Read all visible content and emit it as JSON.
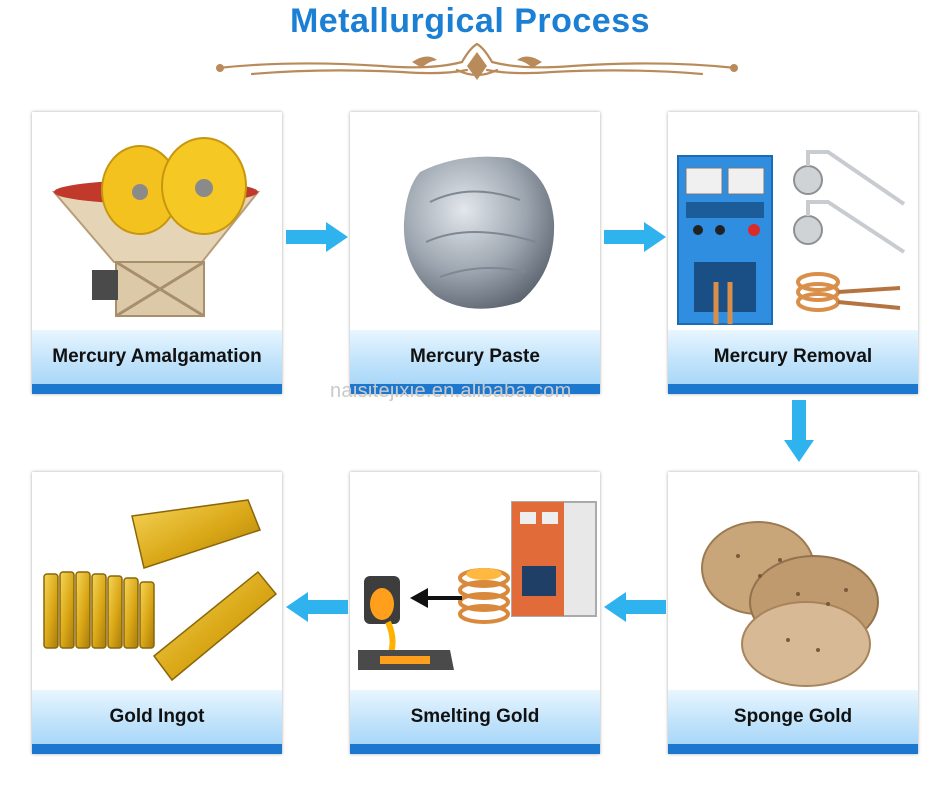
{
  "title": "Metallurgical Process",
  "watermark": "naisitejixie.en.alibaba.com",
  "steps": [
    {
      "label": "Mercury Amalgamation",
      "icon": "amalgamation-mill-icon"
    },
    {
      "label": "Mercury Paste",
      "icon": "mercury-paste-icon"
    },
    {
      "label": "Mercury Removal",
      "icon": "mercury-removal-furnace-icon"
    },
    {
      "label": "Sponge Gold",
      "icon": "sponge-gold-icon"
    },
    {
      "label": "Smelting Gold",
      "icon": "smelting-furnace-icon"
    },
    {
      "label": "Gold Ingot",
      "icon": "gold-ingot-icon"
    }
  ],
  "colors": {
    "title": "#1b7fd4",
    "arrow": "#2fb3ef",
    "label_bar": "#1c78cf",
    "ornament": "#b98b5a",
    "gold": "#e2b21c"
  }
}
